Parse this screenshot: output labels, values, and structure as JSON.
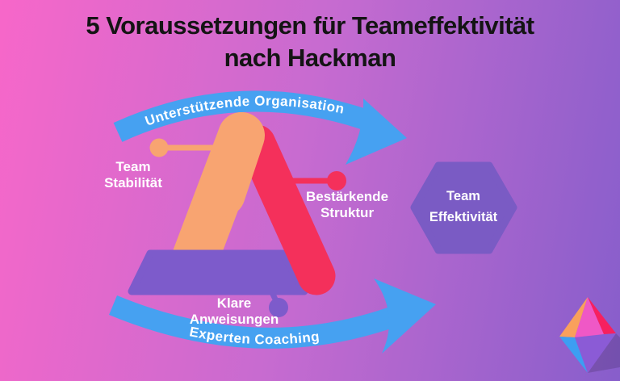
{
  "title": {
    "line1": "5 Voraussetzungen für Teameffektivität",
    "line2": "nach Hackman"
  },
  "diagram": {
    "arrows": {
      "top": {
        "label": "Unterstützende Organisation"
      },
      "bottom": {
        "label": "Experten Coaching"
      }
    },
    "conditions": {
      "team_stabilitaet": {
        "line1": "Team",
        "line2": "Stabilität"
      },
      "bestaerkende_struktur": {
        "line1": "Bestärkende",
        "line2": "Struktur"
      },
      "klare_anweisungen": {
        "line1": "Klare",
        "line2": "Anweisungen"
      }
    },
    "outcome": {
      "line1": "Team",
      "line2": "Effektivität"
    }
  },
  "icons": {
    "logo": "gem-logo"
  },
  "colors": {
    "background_left": "#f767c9",
    "background_right": "#875ecb",
    "title_text": "#141414",
    "arrow_blue": "#46a1f1",
    "orange": "#f8a471",
    "red": "#f4305b",
    "purple": "#7d5bcb",
    "hexagon": "#7a5bc4",
    "label_text": "#ffffff",
    "logo_orange": "#f9a05c",
    "logo_pink": "#ef58c6",
    "logo_red": "#f7205f",
    "logo_blue": "#3d9ef2",
    "logo_purple": "#8b5bd6"
  }
}
